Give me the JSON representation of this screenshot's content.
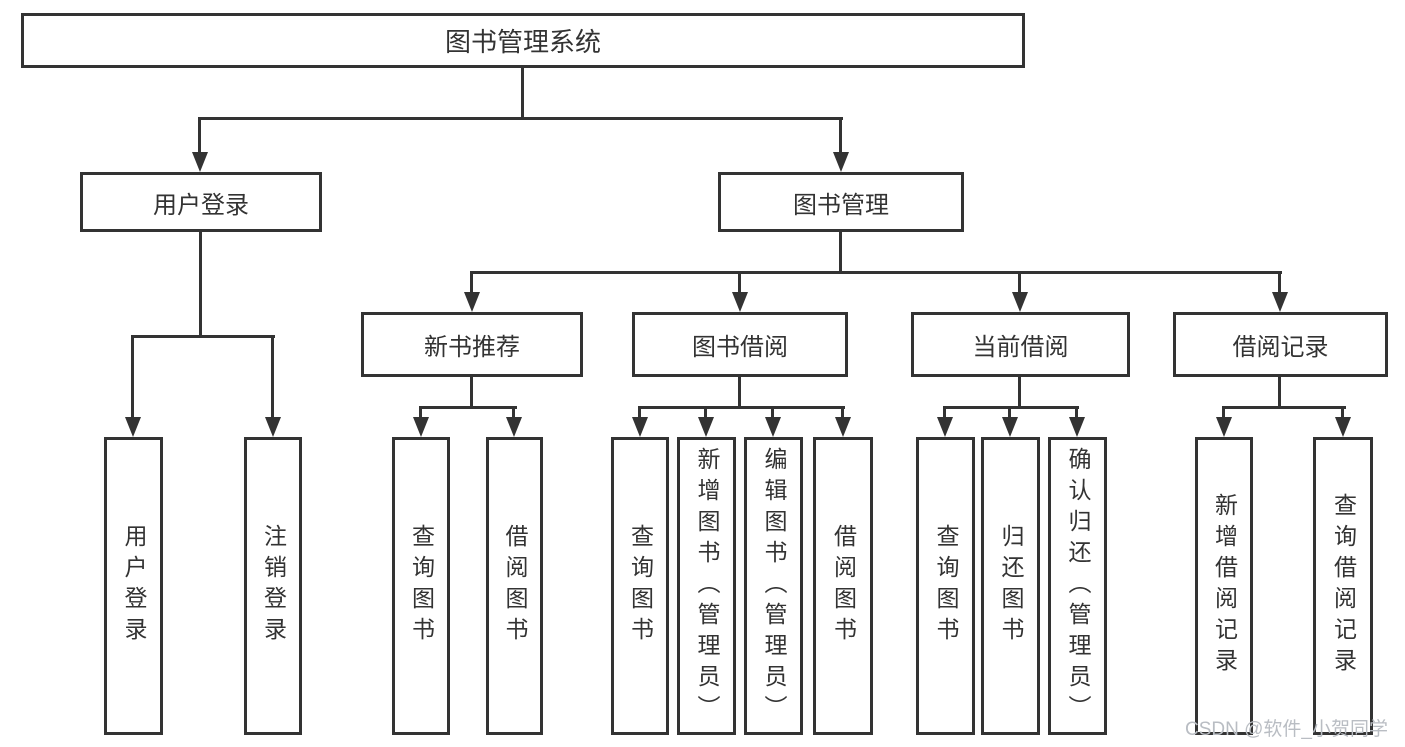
{
  "colors": {
    "line": "#333333",
    "text": "#333333",
    "background": "#ffffff",
    "watermark": "#b9bdc3"
  },
  "root": {
    "label": "图书管理系统"
  },
  "level2": [
    {
      "label": "用户登录"
    },
    {
      "label": "图书管理"
    }
  ],
  "level3": [
    {
      "label": "新书推荐"
    },
    {
      "label": "图书借阅"
    },
    {
      "label": "当前借阅"
    },
    {
      "label": "借阅记录"
    }
  ],
  "leaves": [
    {
      "label": "用户登录"
    },
    {
      "label": "注销登录"
    },
    {
      "label": "查询图书"
    },
    {
      "label": "借阅图书"
    },
    {
      "label": "查询图书"
    },
    {
      "label": "新增图书（管理员）"
    },
    {
      "label": "编辑图书（管理员）"
    },
    {
      "label": "借阅图书"
    },
    {
      "label": "查询图书"
    },
    {
      "label": "归还图书"
    },
    {
      "label": "确认归还（管理员）"
    },
    {
      "label": "新增借阅记录"
    },
    {
      "label": "查询借阅记录"
    }
  ],
  "watermark": "CSDN @软件_小贺同学"
}
